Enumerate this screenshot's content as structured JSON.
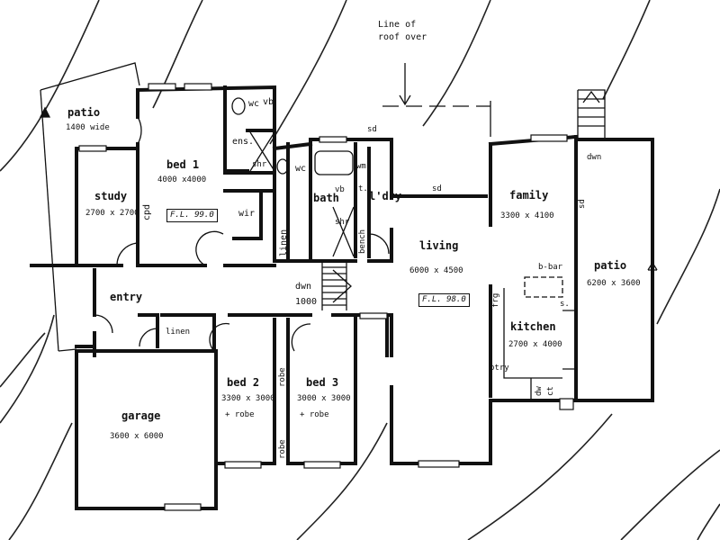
{
  "rooms": {
    "patio_left": {
      "name": "patio",
      "dim": "1400 wide"
    },
    "bed1": {
      "name": "bed 1",
      "dim": "4000 x4000"
    },
    "study": {
      "name": "study",
      "dim": "2700 x 2700"
    },
    "entry": {
      "name": "entry"
    },
    "garage": {
      "name": "garage",
      "dim": "3600 x 6000"
    },
    "bed2": {
      "name": "bed 2",
      "dim": "3300 x 3000",
      "extra": "+ robe"
    },
    "bed3": {
      "name": "bed 3",
      "dim": "3000 x 3000",
      "extra": "+ robe"
    },
    "living": {
      "name": "living",
      "dim": "6000 x 4500"
    },
    "family": {
      "name": "family",
      "dim": "3300 x 4100"
    },
    "kitchen": {
      "name": "kitchen",
      "dim": "2700 x 4000"
    },
    "patio_right": {
      "name": "patio",
      "dim": "6200 x 3600"
    },
    "bath": {
      "name": "bath"
    },
    "laundry": {
      "name": "l'dry"
    }
  },
  "labels": {
    "roof_line_1": "Line of",
    "roof_line_2": "roof over",
    "wc": "wc",
    "vb": "vb",
    "ens": "ens.",
    "shr": "shr",
    "wir": "wir",
    "cpd": "cpd",
    "linen": "linen",
    "linen2": "linen",
    "wc2": "wc",
    "sd": "sd",
    "sd2": "sd",
    "sd3": "sd",
    "wm": "wm",
    "t": "t.",
    "bench": "bench",
    "dwn": "dwn",
    "dwn_dim": "1000",
    "dwn2": "dwn",
    "fl_bed": "F.L. 99.0",
    "fl_living": "F.L. 98.0",
    "robe": "robe",
    "robe2": "robe",
    "frg": "frg",
    "ptry": "ptry",
    "bbar": "b-bar",
    "s": "s.",
    "dw": "dw",
    "ct": "ct"
  }
}
